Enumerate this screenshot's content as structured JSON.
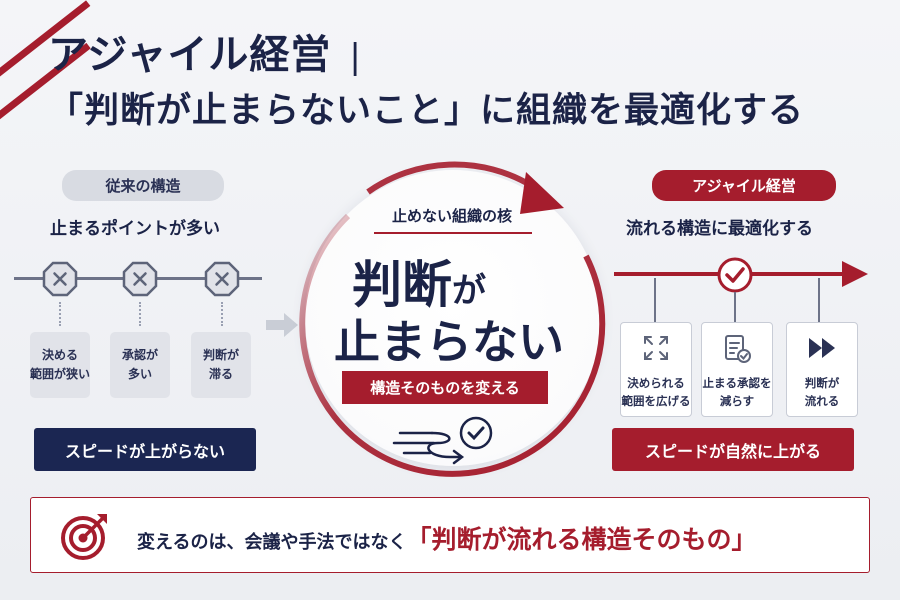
{
  "title": {
    "line1": "アジャイル経営",
    "line2": "「判断が止まらないこと」に組織を最適化する"
  },
  "left": {
    "badge": "従来の構造",
    "heading": "止まるポイントが多い",
    "boxes": [
      {
        "line1": "決める",
        "line2": "範囲が狭い"
      },
      {
        "line1": "承認が",
        "line2": "多い"
      },
      {
        "line1": "判断が",
        "line2": "滞る"
      }
    ],
    "result": "スピードが上がらない"
  },
  "center": {
    "caption": "止めない組織の核",
    "big_line1": "判断",
    "big_line1_suffix": "が",
    "big_line2": "止まらない",
    "action": "構造そのものを変える"
  },
  "right": {
    "badge": "アジャイル経営",
    "heading": "流れる構造に最適化する",
    "boxes": [
      {
        "line1": "決められる",
        "line2": "範囲を広げる",
        "icon": "expand-icon"
      },
      {
        "line1": "止まる承認を",
        "line2": "減らす",
        "icon": "document-check-icon"
      },
      {
        "line1": "判断が",
        "line2": "流れる",
        "icon": "fast-forward-icon"
      }
    ],
    "result": "スピードが自然に上がる"
  },
  "banner": {
    "lead": "変えるのは、会議や手法ではなく",
    "emphasis": "「判断が流れる構造そのもの」",
    "icon": "target-icon"
  },
  "colors": {
    "navy": "#1b2347",
    "red": "#a51d2d",
    "grey": "#d8dbe2"
  }
}
